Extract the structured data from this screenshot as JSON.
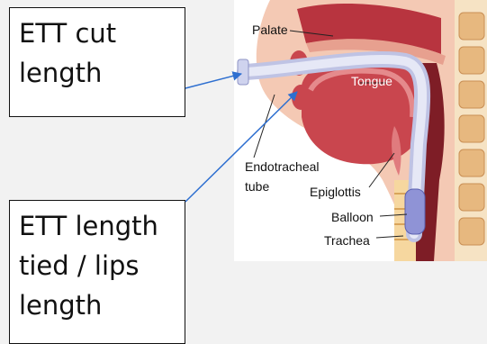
{
  "callouts": {
    "cut_length": "ETT cut\nlength",
    "tied_lips_length": "ETT length\ntied  / lips\nlength"
  },
  "anatomy_labels": {
    "palate": "Palate",
    "tongue": "Tongue",
    "endotracheal_tube": "Endotracheal\ntube",
    "epiglottis": "Epiglottis",
    "balloon": "Balloon",
    "trachea": "Trachea"
  },
  "colors": {
    "arrow": "#2e6fd0",
    "tissue": "#c9464e",
    "tube": "#d9dcef",
    "balloon": "#8f93d6",
    "bone": "#f0d7a8"
  }
}
